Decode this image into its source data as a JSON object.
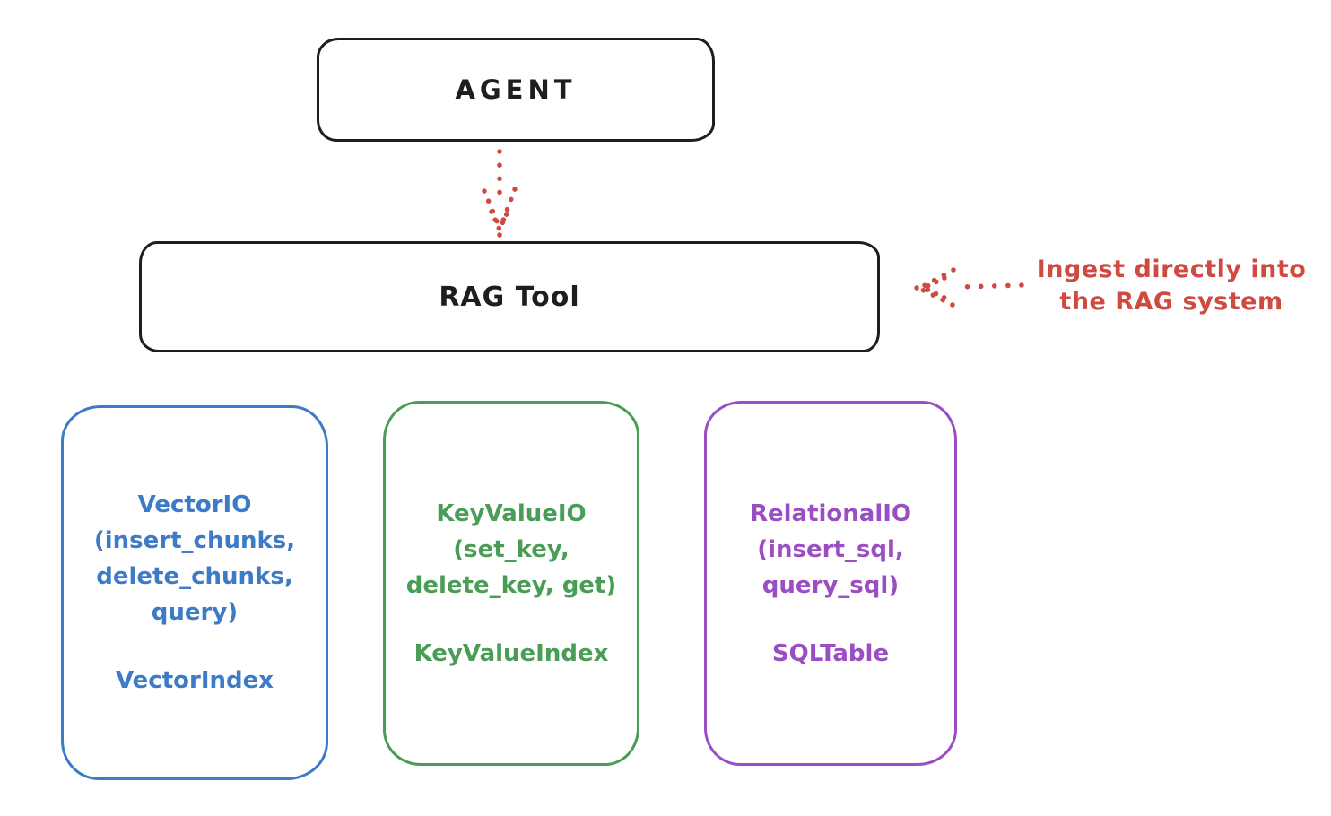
{
  "canvas": {
    "background": "#ffffff"
  },
  "colors": {
    "ink": "#1e1e1e",
    "red": "#cf4a41",
    "blue": "#3d7bc7",
    "green": "#4a9d57",
    "purple": "#9b4dc4"
  },
  "agent_box": {
    "label": "AGENT"
  },
  "rag_tool_box": {
    "label": "RAG Tool"
  },
  "ingest_annotation": {
    "line1": "Ingest directly into",
    "line2": "the RAG system"
  },
  "arrows": [
    {
      "name": "agent-to-ragtool-arrow",
      "style": "dotted",
      "color": "#cf4a41",
      "direction": "down"
    },
    {
      "name": "ingest-into-ragtool-arrow",
      "style": "dotted",
      "color": "#cf4a41",
      "direction": "left"
    }
  ],
  "stores": [
    {
      "id": "vector-io",
      "color": "#3d7bc7",
      "lines": [
        "VectorIO",
        "(insert_chunks,",
        "delete_chunks,",
        "query)"
      ],
      "index_label": "VectorIndex"
    },
    {
      "id": "keyvalue-io",
      "color": "#4a9d57",
      "lines": [
        "KeyValueIO",
        "(set_key,",
        "delete_key, get)"
      ],
      "index_label": "KeyValueIndex"
    },
    {
      "id": "relational-io",
      "color": "#9b4dc4",
      "lines": [
        "RelationalIO",
        "(insert_sql,",
        "query_sql)"
      ],
      "index_label": "SQLTable"
    }
  ]
}
